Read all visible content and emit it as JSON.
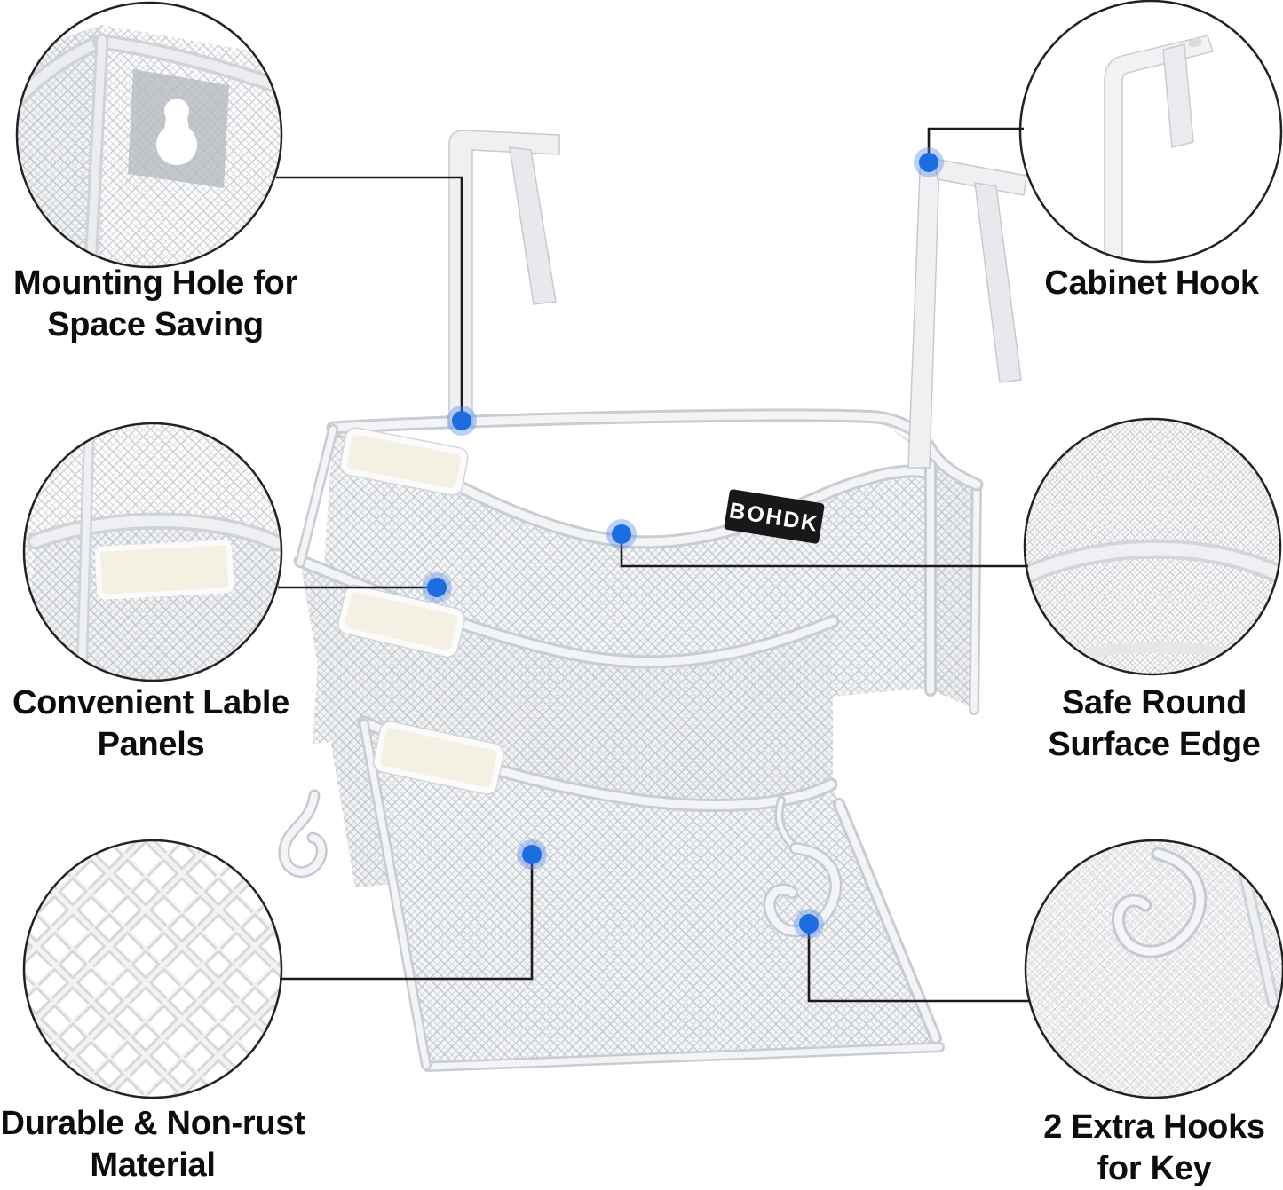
{
  "brand": {
    "logo": "BOHDK"
  },
  "callouts": {
    "mounting_hole": {
      "label": "Mounting Hole for\nSpace Saving",
      "inset_icon": "mesh-corner-keyhole-image"
    },
    "cabinet_hook": {
      "label": "Cabinet Hook",
      "inset_icon": "over-door-hook-image"
    },
    "label_panels": {
      "label": "Convenient Lable\nPanels",
      "inset_icon": "label-panel-closeup-image"
    },
    "round_edge": {
      "label": "Safe Round\nSurface Edge",
      "inset_icon": "rounded-rim-closeup-image"
    },
    "material": {
      "label": "Durable & Non-rust\nMaterial",
      "inset_icon": "mesh-lattice-closeup-image"
    },
    "extra_hooks": {
      "label": "2 Extra Hooks\nfor Key",
      "inset_icon": "s-hook-closeup-image"
    }
  },
  "colors": {
    "accent_blue": "#1c6ce2",
    "accent_halo": "#5a8ceb",
    "connector_line": "#1b1b1b",
    "circle_outline": "#222222",
    "mesh_gray": "#c9cdd2",
    "badge_bg": "#18181a",
    "badge_text": "#ffffff"
  }
}
